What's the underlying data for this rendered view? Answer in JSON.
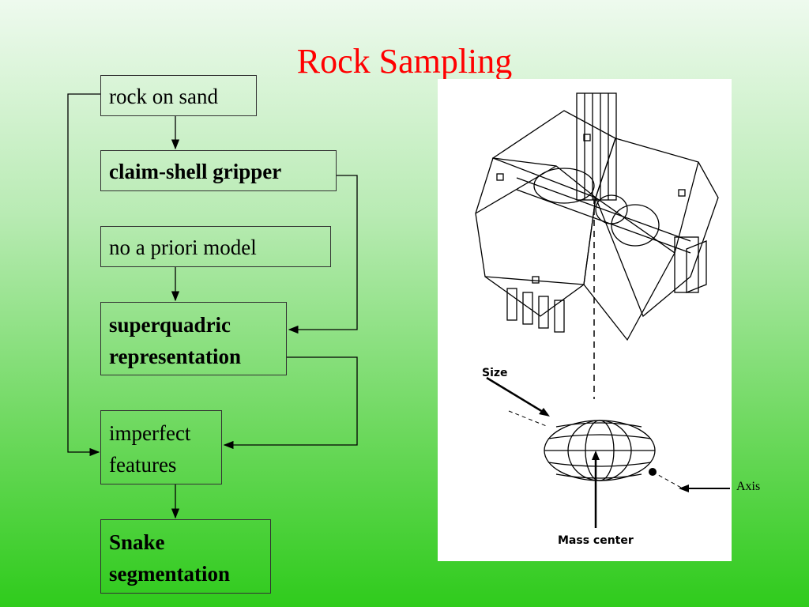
{
  "title": "Rock Sampling",
  "flow": {
    "rock_on_sand": "rock on sand",
    "gripper": "claim-shell gripper",
    "no_model": "no a priori model",
    "superquadric_l1": "superquadric",
    "superquadric_l2": "representation",
    "imperfect_l1": "imperfect",
    "imperfect_l2": "features",
    "snake_l1": "Snake",
    "snake_l2": "segmentation"
  },
  "figure": {
    "size_label": "Size",
    "mass_center_label": "Mass center",
    "axis_label": "Axis"
  }
}
